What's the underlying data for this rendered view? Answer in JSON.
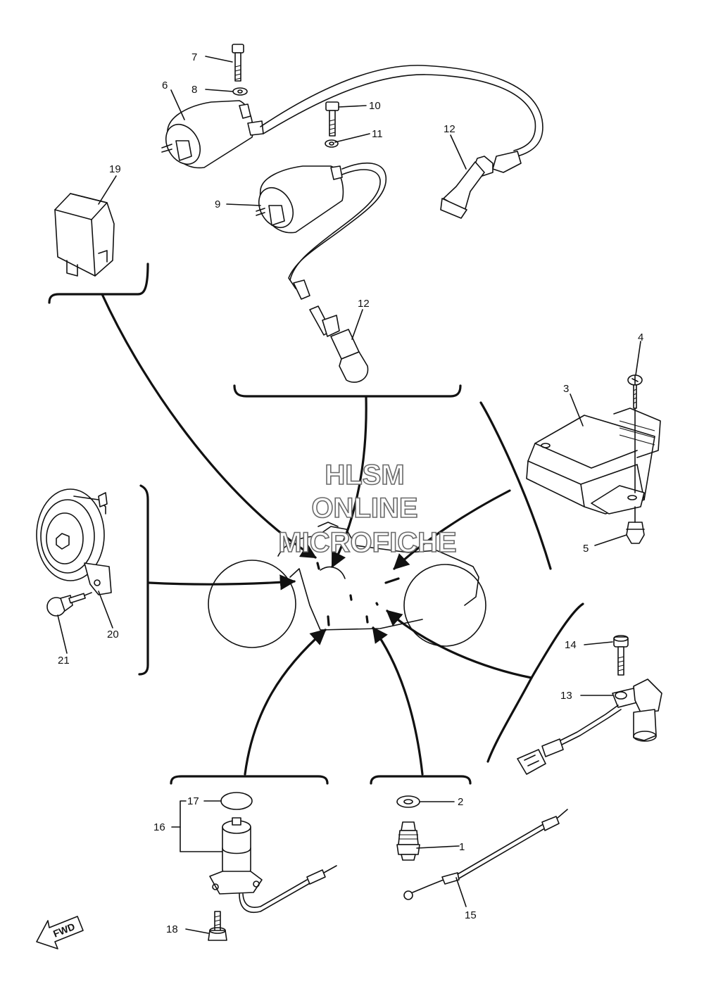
{
  "watermark": {
    "line1": "HLSM",
    "line2": "ONLINE",
    "line3": "MICROFICHE"
  },
  "forward_arrow": {
    "label": "FWD"
  },
  "callouts": {
    "c1": "1",
    "c2": "2",
    "c3": "3",
    "c4": "4",
    "c5": "5",
    "c6": "6",
    "c7": "7",
    "c8": "8",
    "c9": "9",
    "c10": "10",
    "c11": "11",
    "c12a": "12",
    "c12b": "12",
    "c13": "13",
    "c14": "14",
    "c15": "15",
    "c16": "16",
    "c17": "17",
    "c18": "18",
    "c19": "19",
    "c20": "20",
    "c21": "21"
  }
}
